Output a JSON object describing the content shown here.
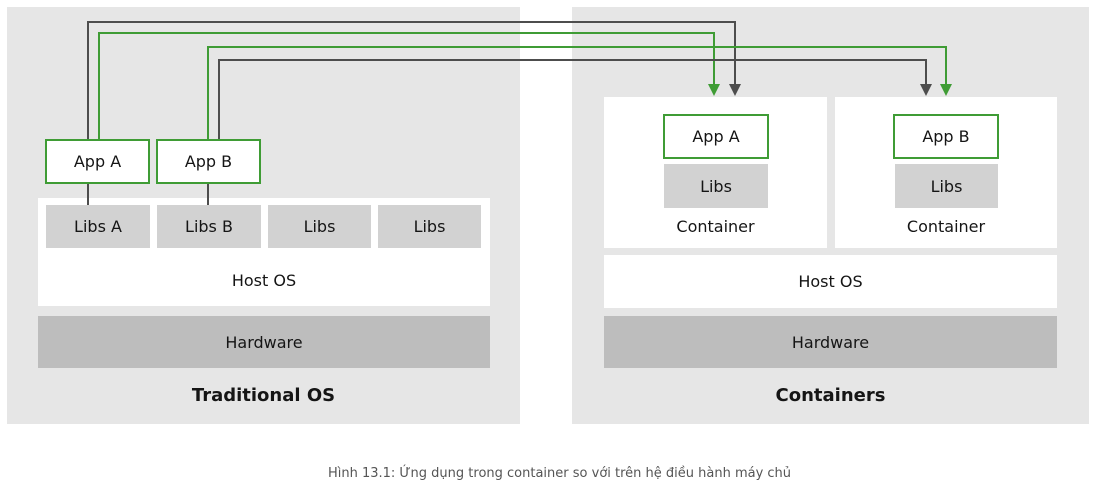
{
  "traditional": {
    "title": "Traditional OS",
    "apps": [
      "App A",
      "App B"
    ],
    "libs": [
      "Libs A",
      "Libs B",
      "Libs",
      "Libs"
    ],
    "host_os": "Host OS",
    "hardware": "Hardware"
  },
  "containers": {
    "title": "Containers",
    "items": [
      {
        "app": "App A",
        "libs": "Libs",
        "label": "Container"
      },
      {
        "app": "App B",
        "libs": "Libs",
        "label": "Container"
      }
    ],
    "host_os": "Host OS",
    "hardware": "Hardware"
  },
  "caption": "Hình 13.1: Ứng dụng trong container so với trên hệ điều hành máy chủ",
  "colors": {
    "accent_green": "#3f9c35",
    "arrow_gray": "#4d4d4d",
    "panel_bg": "#e6e6e6"
  }
}
